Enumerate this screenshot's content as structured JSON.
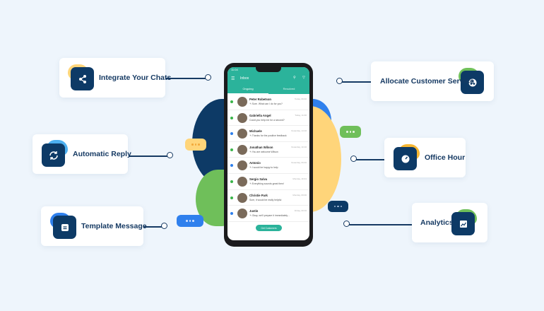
{
  "colors": {
    "navy": "#0d3a66",
    "teal": "#2bb39b",
    "yellow": "#ffd57a",
    "green": "#6fbf5a",
    "blue": "#2f80ed"
  },
  "features": [
    {
      "label": "Integrate Your Chats",
      "icon": "share-icon"
    },
    {
      "label": "Automatic Reply",
      "icon": "refresh-icon"
    },
    {
      "label": "Template Message",
      "icon": "template-icon"
    },
    {
      "label": "Allocate Customer Service",
      "icon": "group-icon"
    },
    {
      "label": "Office Hour",
      "icon": "clock-icon"
    },
    {
      "label": "Analytics",
      "icon": "chart-icon"
    }
  ],
  "phone": {
    "time": "11:04",
    "title": "Inbox",
    "tabs": [
      "Ongoing",
      "Resolved"
    ],
    "chats": [
      {
        "name": "Peter Robetson",
        "message": "↰ Sure. What can I do for you?",
        "time": "Today, 09:40",
        "status": "#3bb54a"
      },
      {
        "name": "Gabriella Angel",
        "message": "Could you help me for a second?",
        "time": "Today, 11:00",
        "status": "#3bb54a"
      },
      {
        "name": "Michaele",
        "message": "↰ Thanks for the positive feedback",
        "time": "Yesterday, 14:10",
        "status": "#2f80ed"
      },
      {
        "name": "Jonathan Wilson",
        "message": "↰ You are welcome Wilson",
        "time": "Yesterday, 10:10",
        "status": "#3bb54a"
      },
      {
        "name": "Antonio",
        "message": "↰ I would be happy to help",
        "time": "Yesterday, 09:40",
        "status": "#2f80ed"
      },
      {
        "name": "Sergio Salva",
        "message": "↰ Everything sounds great then!",
        "time": "Monday, 16:31",
        "status": "#3bb54a"
      },
      {
        "name": "Christie Park",
        "message": "Sure, it would be really helpful",
        "time": "Monday, 09:00",
        "status": "#3bb54a"
      },
      {
        "name": "Justin",
        "message": "↰ Okay, we'll prepare it immediately...",
        "time": "Friday, 09:10",
        "status": "#2f80ed"
      }
    ],
    "button": "Get Customers"
  }
}
